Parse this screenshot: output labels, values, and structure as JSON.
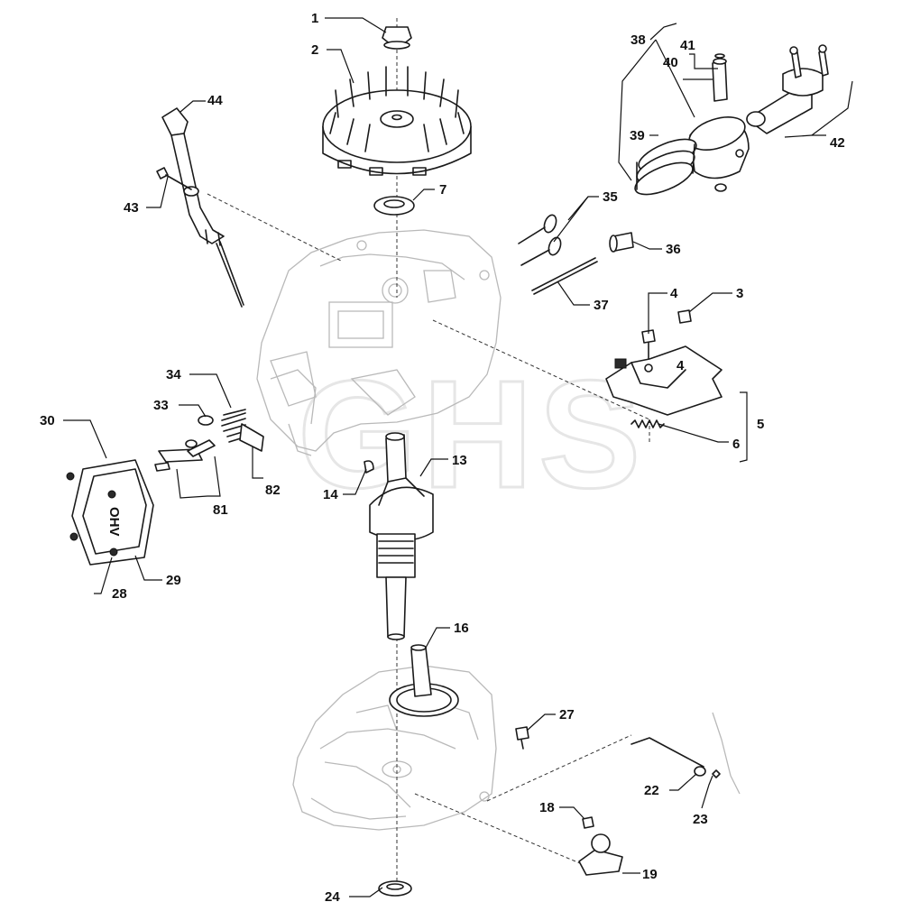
{
  "watermark": "GHS",
  "cover_marking": "OHV",
  "callouts": [
    {
      "id": "c1",
      "label": "1"
    },
    {
      "id": "c2",
      "label": "2"
    },
    {
      "id": "c3",
      "label": "3"
    },
    {
      "id": "c4",
      "label": "4"
    },
    {
      "id": "c5",
      "label": "5"
    },
    {
      "id": "c6",
      "label": "6"
    },
    {
      "id": "c7",
      "label": "7"
    },
    {
      "id": "c13",
      "label": "13"
    },
    {
      "id": "c14",
      "label": "14"
    },
    {
      "id": "c16",
      "label": "16"
    },
    {
      "id": "c18",
      "label": "18"
    },
    {
      "id": "c19",
      "label": "19"
    },
    {
      "id": "c22",
      "label": "22"
    },
    {
      "id": "c23",
      "label": "23"
    },
    {
      "id": "c24",
      "label": "24"
    },
    {
      "id": "c27",
      "label": "27"
    },
    {
      "id": "c28",
      "label": "28"
    },
    {
      "id": "c29",
      "label": "29"
    },
    {
      "id": "c30",
      "label": "30"
    },
    {
      "id": "c33",
      "label": "33"
    },
    {
      "id": "c34",
      "label": "34"
    },
    {
      "id": "c35",
      "label": "35"
    },
    {
      "id": "c36",
      "label": "36"
    },
    {
      "id": "c37",
      "label": "37"
    },
    {
      "id": "c38",
      "label": "38"
    },
    {
      "id": "c39",
      "label": "39"
    },
    {
      "id": "c40",
      "label": "40"
    },
    {
      "id": "c41",
      "label": "41"
    },
    {
      "id": "c42",
      "label": "42"
    },
    {
      "id": "c43",
      "label": "43"
    },
    {
      "id": "c44",
      "label": "44"
    },
    {
      "id": "c81",
      "label": "81"
    },
    {
      "id": "c82",
      "label": "82"
    }
  ]
}
